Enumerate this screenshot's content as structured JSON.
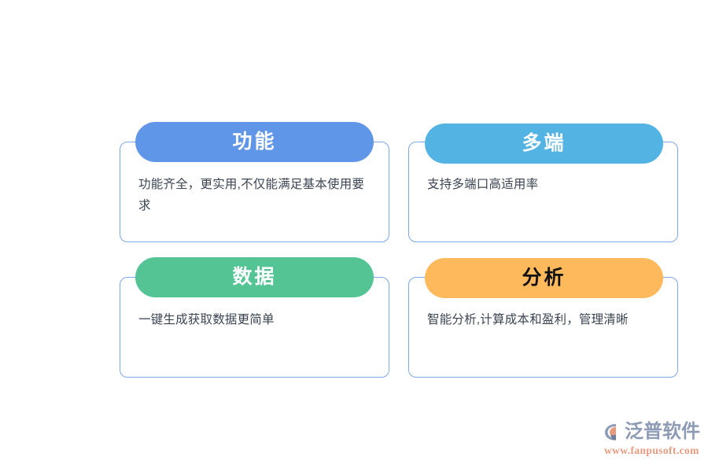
{
  "page": {
    "background_color": "#FFFFFF",
    "card_border_color": "#7BA7E8",
    "body_text_color": "#3C4453"
  },
  "cards": [
    {
      "id": "function",
      "title": "功能",
      "title_color": "#FFFFFF",
      "header_color": "#6096E8",
      "body": "功能齐全，更实用,不仅能满足基本使用要求"
    },
    {
      "id": "multi-terminal",
      "title": "多端",
      "title_color": "#FFFFFF",
      "header_color": "#53B4E3",
      "body": "支持多端口高适用率"
    },
    {
      "id": "data",
      "title": "数据",
      "title_color": "#FFFFFF",
      "header_color": "#55C495",
      "body": "一键生成获取数据更简单"
    },
    {
      "id": "analysis",
      "title": "分析",
      "title_color": "#111111",
      "header_color": "#FDB95C",
      "body": "智能分析,计算成本和盈利，管理清晰"
    }
  ],
  "watermark": {
    "brand": "泛普软件",
    "url": "www.fanpusoft.com",
    "brand_color": "#8E9BB5",
    "url_color": "#E79A7E",
    "mark_icon": "fanpu-logo-icon"
  }
}
